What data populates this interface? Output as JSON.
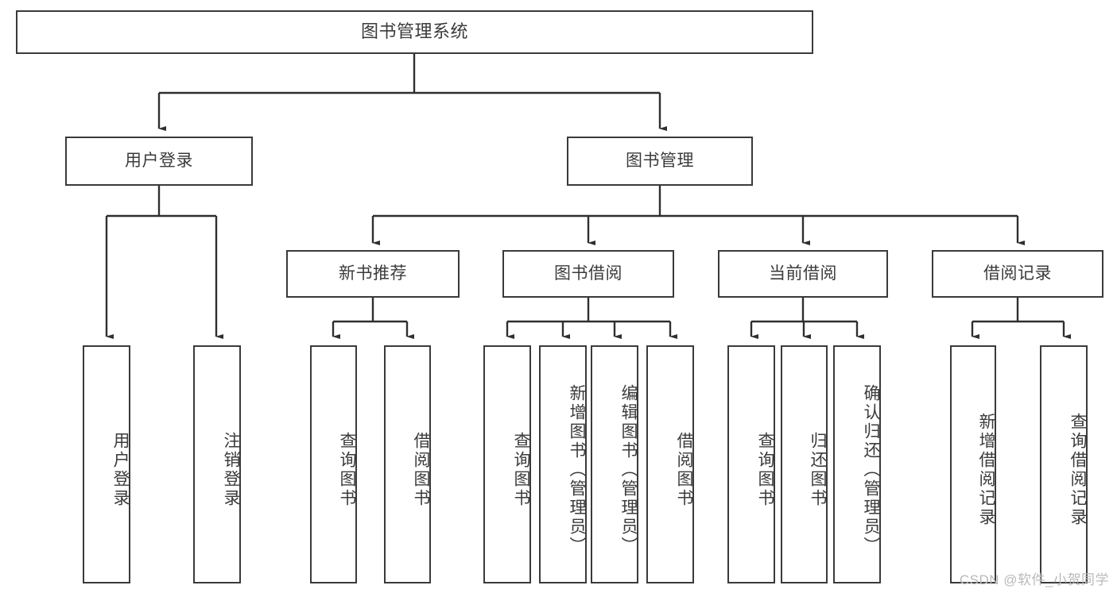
{
  "diagram": {
    "type": "tree-hierarchy",
    "title": "图书管理系统",
    "root": {
      "id": "root",
      "label": "图书管理系统"
    },
    "level2": [
      {
        "id": "user-login",
        "label": "用户登录"
      },
      {
        "id": "book-management",
        "label": "图书管理"
      }
    ],
    "level3": [
      {
        "id": "new-book-recommend",
        "label": "新书推荐",
        "parent": "book-management"
      },
      {
        "id": "book-borrow",
        "label": "图书借阅",
        "parent": "book-management"
      },
      {
        "id": "current-borrow",
        "label": "当前借阅",
        "parent": "book-management"
      },
      {
        "id": "borrow-record",
        "label": "借阅记录",
        "parent": "book-management"
      }
    ],
    "leaves": [
      {
        "id": "leaf-user-login",
        "label": "用户登录",
        "parent": "user-login"
      },
      {
        "id": "leaf-logout-login",
        "label": "注销登录",
        "parent": "user-login"
      },
      {
        "id": "leaf-query-book-1",
        "label": "查询图书",
        "parent": "new-book-recommend"
      },
      {
        "id": "leaf-borrow-book-1",
        "label": "借阅图书",
        "parent": "new-book-recommend"
      },
      {
        "id": "leaf-query-book-2",
        "label": "查询图书",
        "parent": "book-borrow"
      },
      {
        "id": "leaf-add-book",
        "label": "新增图书（管理员）",
        "parent": "book-borrow"
      },
      {
        "id": "leaf-edit-book",
        "label": "编辑图书（管理员）",
        "parent": "book-borrow"
      },
      {
        "id": "leaf-borrow-book-2",
        "label": "借阅图书",
        "parent": "book-borrow"
      },
      {
        "id": "leaf-query-book-3",
        "label": "查询图书",
        "parent": "current-borrow"
      },
      {
        "id": "leaf-return-book",
        "label": "归还图书",
        "parent": "current-borrow"
      },
      {
        "id": "leaf-confirm-return",
        "label": "确认归还（管理员）",
        "parent": "current-borrow"
      },
      {
        "id": "leaf-add-record",
        "label": "新增借阅记录",
        "parent": "borrow-record"
      },
      {
        "id": "leaf-query-record",
        "label": "查询借阅记录",
        "parent": "borrow-record"
      }
    ],
    "colors": {
      "border": "#3a3a3a",
      "text": "#3b3b3b",
      "background": "#ffffff",
      "edge": "#2f2f2f",
      "watermark": "#b9b9b9"
    }
  },
  "watermark": {
    "text": "CSDN @软件_小贺同学"
  }
}
